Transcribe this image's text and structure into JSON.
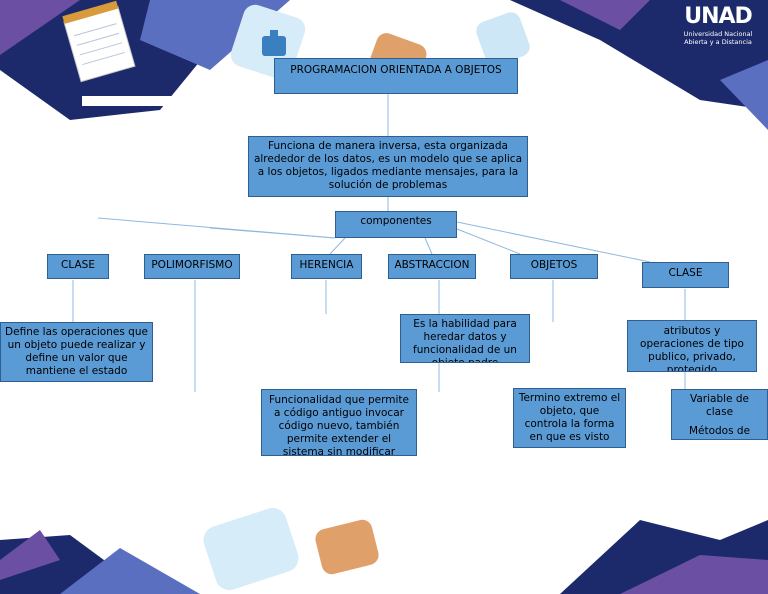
{
  "logo": {
    "wordmark": "UNAD",
    "line1": "Universidad Nacional",
    "line2": "Abierta y a Distancia"
  },
  "diagram": {
    "title": "PROGRAMACION ORIENTADA A OBJETOS",
    "definition": "Funciona de manera inversa, esta organizada alrededor de los datos, es un modelo que se aplica a los objetos, ligados mediante mensajes, para la solución de problemas",
    "hub": "componentes",
    "components": {
      "clase_left": "CLASE",
      "polimorfismo": "POLIMORFISMO",
      "herencia": "HERENCIA",
      "abstraccion": "ABSTRACCION",
      "objetos": "OBJETOS",
      "clase_right": "CLASE"
    },
    "descriptions": {
      "clase_left": "Define las operaciones que un objeto puede realizar y define un valor que mantiene el estado",
      "abstraccion": "Es la habilidad para heredar datos y funcionalidad de un objeto padre",
      "herencia": "Funcionalidad que permite a código antiguo invocar código nuevo, también permite extender el sistema sin modificar",
      "objetos": "Termino extremo el objeto, que controla la forma en que es visto",
      "clase_right": "atributos y operaciones de tipo publico, privado, protegido",
      "clase_right_detail_1": "Variable de clase",
      "clase_right_detail_2": "Métodos de"
    }
  },
  "colors": {
    "box_fill": "#5b9bd5",
    "box_border": "#2e5f8f",
    "connector": "#8fb8e0",
    "navy": "#1c2a6b",
    "purple": "#6a4fa3",
    "light_blue": "#7fc3e8"
  }
}
